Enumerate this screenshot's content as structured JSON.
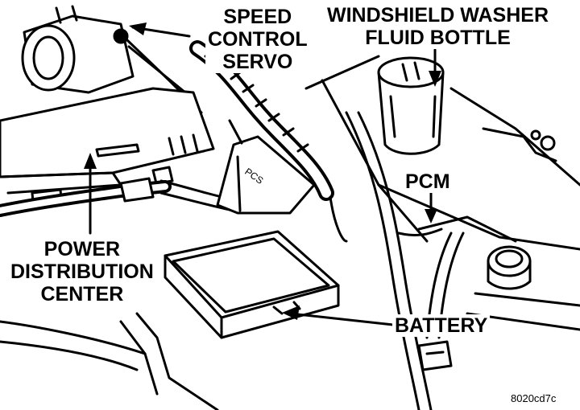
{
  "labels": {
    "speed_control_servo": [
      "SPEED",
      "CONTROL",
      "SERVO"
    ],
    "windshield_washer": [
      "WINDSHIELD WASHER",
      "FLUID BOTTLE"
    ],
    "pcm": "PCM",
    "power_distribution_center": [
      "POWER",
      "DISTRIBUTION",
      "CENTER"
    ],
    "battery": "BATTERY",
    "pcs_plug": "PCS"
  },
  "figure_code": "8020cd7c",
  "colors": {
    "ink": "#000000",
    "paper": "#ffffff"
  }
}
